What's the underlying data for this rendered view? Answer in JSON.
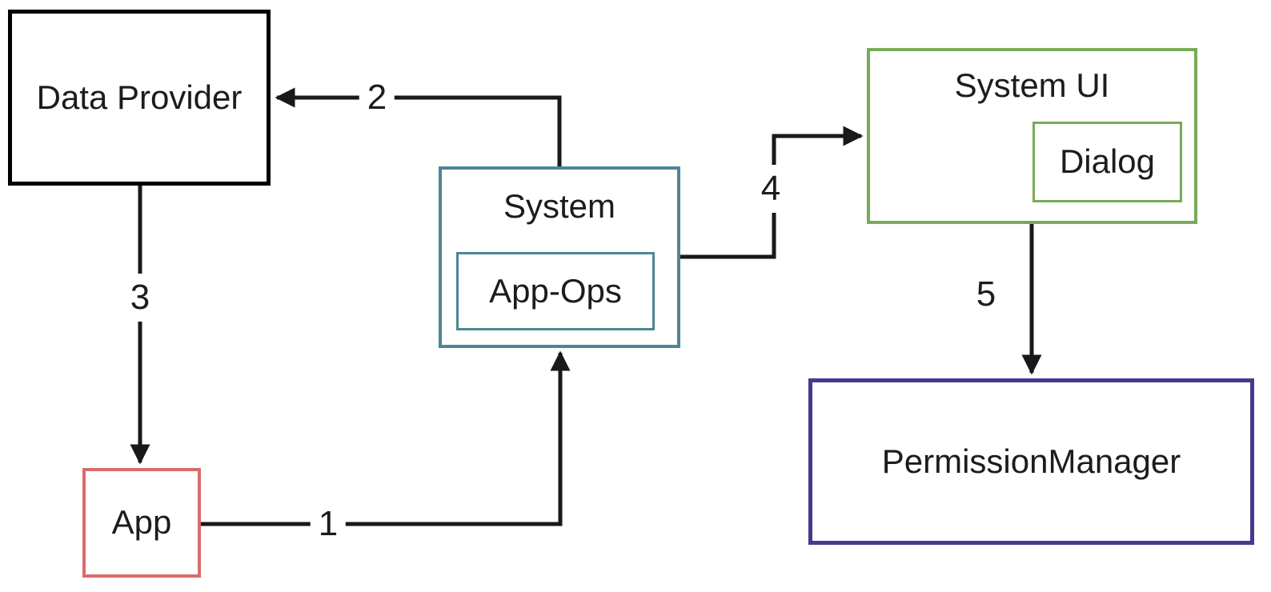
{
  "diagram": {
    "background_color": "#ffffff",
    "line_color": "#191919",
    "nodes": {
      "data_provider": {
        "label": "Data Provider",
        "border_color": "#000000"
      },
      "app": {
        "label": "App",
        "border_color": "#d96c6c"
      },
      "system": {
        "label": "System",
        "border_color": "#4d8694"
      },
      "app_ops": {
        "label": "App-Ops",
        "border_color": "#4d8694",
        "parent": "system"
      },
      "system_ui": {
        "label": "System UI",
        "border_color": "#79aa58"
      },
      "dialog": {
        "label": "Dialog",
        "border_color": "#79aa58",
        "parent": "system_ui"
      },
      "permission_manager": {
        "label": "PermissionManager",
        "border_color": "#463a8c"
      }
    },
    "edges": [
      {
        "label": "1",
        "from": "app",
        "to": "system"
      },
      {
        "label": "2",
        "from": "system",
        "to": "data_provider"
      },
      {
        "label": "3",
        "from": "data_provider",
        "to": "app"
      },
      {
        "label": "4",
        "from": "system",
        "to": "system_ui"
      },
      {
        "label": "5",
        "from": "system_ui",
        "to": "permission_manager"
      }
    ]
  }
}
